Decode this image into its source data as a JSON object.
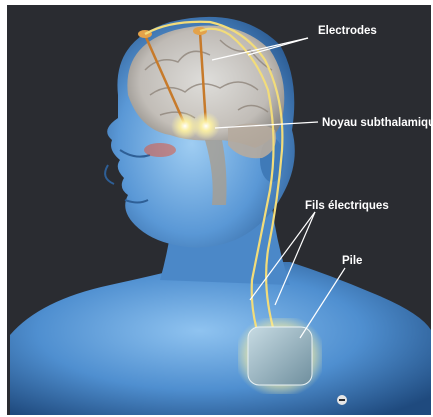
{
  "labels": {
    "electrodes": "Electrodes",
    "noyau": "Noyau subthalamique",
    "fils": "Fils électriques",
    "pile": "Pile"
  },
  "colors": {
    "background": "#2a2c31",
    "body_blue": "#4f8fd0",
    "brain": "#cfc6bd",
    "wire": "#f2dc7a",
    "glow": "#fff7b0",
    "electrode": "#c77a2a",
    "pointer_line": "#ffffff",
    "battery": "#9fb8c4",
    "label_text": "#ffffff"
  },
  "icons": {
    "battery": "battery-device",
    "electrode": "electrode-probe"
  }
}
